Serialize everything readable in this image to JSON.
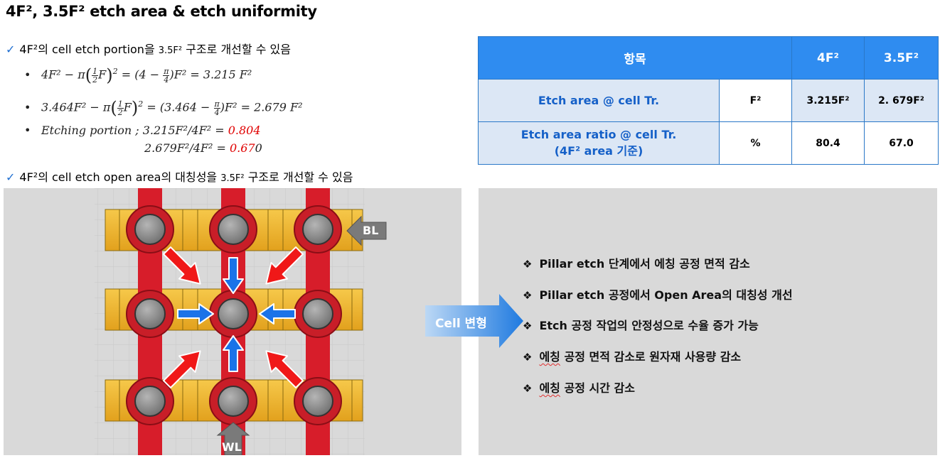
{
  "title": "4F², 3.5F² etch area & etch uniformity",
  "bullet1": {
    "pre": "4F²의 cell etch portion을 ",
    "small": "3.5F²",
    "post": " 구조로 개선할 수 있음"
  },
  "formulas": {
    "f1_left": "4F² − π",
    "f1_mid": "= (4 −",
    "f1_right": ")F² = 3.215 F²",
    "f2_left": "3.464F² − π",
    "f2_mid": "= (3.464 −",
    "f2_right": ")F² = 2.679 F²",
    "half_num": "1",
    "half_den": "2",
    "pi_num": "π",
    "pi_den": "4",
    "f_var": "F",
    "sq": "2",
    "p1": "Etching portion ; 3.215F²/4F² = ",
    "p1_val": "0.804",
    "p2": "2.679F²/4F² = ",
    "p2_val": "0.67",
    "p2_tail": "0"
  },
  "bullet2": {
    "pre": "4F²의 cell etch open area의 대칭성을 ",
    "small": "3.5F²",
    "post": " 구조로 개선할 수 있음"
  },
  "table": {
    "headers": [
      "항목",
      "",
      "4F²",
      "3.5F²"
    ],
    "rows": [
      {
        "label": "Etch area @ cell Tr.",
        "unit": "F²",
        "v1": "3.215F²",
        "v2": "2. 679F²"
      },
      {
        "label_line1": "Etch area ratio @ cell Tr.",
        "label_line2": "(4F² area 기준)",
        "unit": "%",
        "v1": "80.4",
        "v2": "67.0"
      }
    ]
  },
  "diagram": {
    "bl_label": "BL",
    "wl_label": "WL"
  },
  "cell_arrow_label": "Cell 변형",
  "features": {
    "f1": "Pillar etch 단계에서 에칭 공정 면적 감소",
    "f2": "Pillar etch 공정에서 Open Area의 대칭성 개선",
    "f3": "Etch 공정 작업의 안정성으로 수율 증가 가능",
    "f4a": "에칭",
    "f4b": " 공정 면적 감소로 원자재 사용량 감소",
    "f5a": "에칭",
    "f5b": " 공정 시간 감소"
  },
  "colors": {
    "accent_blue": "#2f8cf0",
    "highlight_red": "#e00000",
    "panel_gray": "#d9d9d9"
  },
  "icons": {
    "check": "✓",
    "bullet": "•",
    "diamond": "❖"
  }
}
